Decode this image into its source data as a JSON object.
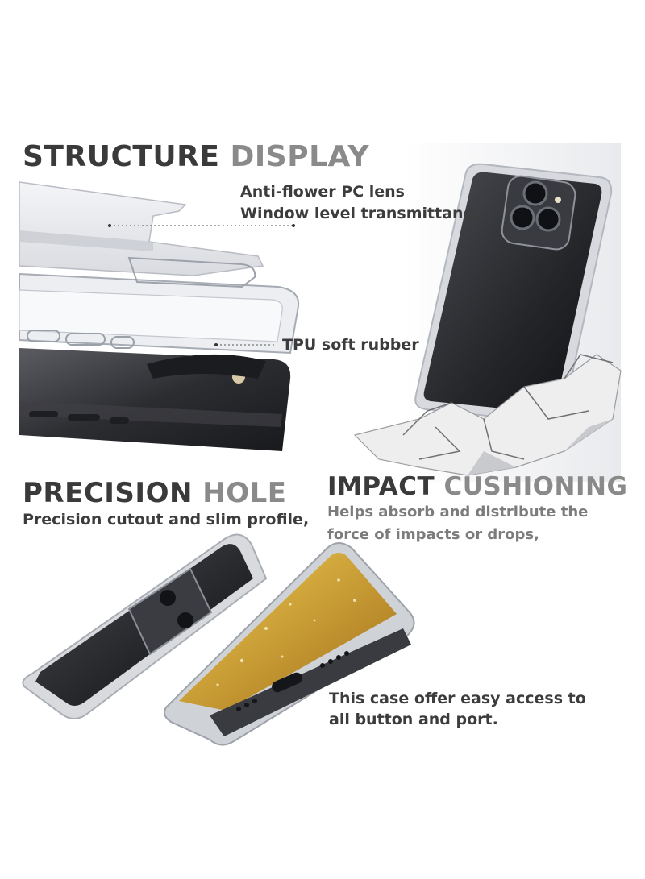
{
  "sections": {
    "structure": {
      "title_dark": "STRUCTURE",
      "title_light": "DISPLAY",
      "callout_lens_line1": "Anti-flower PC lens",
      "callout_lens_line2": "Window level transmittance",
      "callout_tpu": "TPU soft rubber"
    },
    "precision": {
      "title_dark": "PRECISION",
      "title_light": "HOLE",
      "subtitle": "Precision cutout and slim profile,"
    },
    "impact": {
      "title_dark": "IMPACT",
      "title_light": "CUSHIONING",
      "desc_line1": "Helps absorb and distribute the",
      "desc_line2": "force of impacts or drops,"
    },
    "access": {
      "line1": "This case offer easy access to",
      "line2": "all button and port."
    }
  },
  "colors": {
    "heading_dark": "#3a3a3a",
    "heading_light": "#8a8a8a",
    "phone_body": "#2f2f33",
    "screen_gold": "#c9a23a"
  }
}
